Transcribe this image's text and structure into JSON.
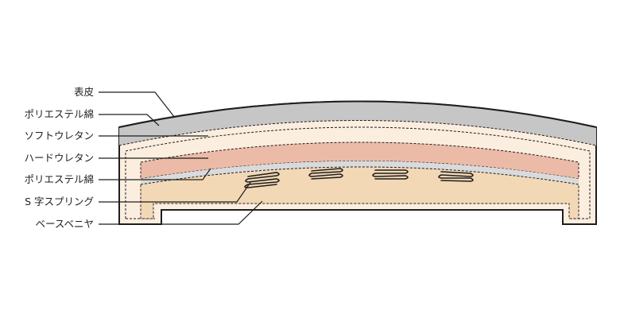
{
  "diagram": {
    "layers": [
      {
        "id": "skin",
        "label": "表皮",
        "color": "#c6c6c6"
      },
      {
        "id": "poly1",
        "label": "ポリエステル綿",
        "color": "#f2f2f2"
      },
      {
        "id": "soft",
        "label": "ソフトウレタン",
        "color": "#fbeedf"
      },
      {
        "id": "hard",
        "label": "ハードウレタン",
        "color": "#ecbba7"
      },
      {
        "id": "poly2",
        "label": "ポリエステル綿",
        "color": "#d9dadb"
      },
      {
        "id": "spring",
        "label": "S 字スプリング",
        "color": "#1e1e1e"
      },
      {
        "id": "base",
        "label": "ベースベニヤ",
        "color": "#f3d8b6"
      }
    ]
  }
}
